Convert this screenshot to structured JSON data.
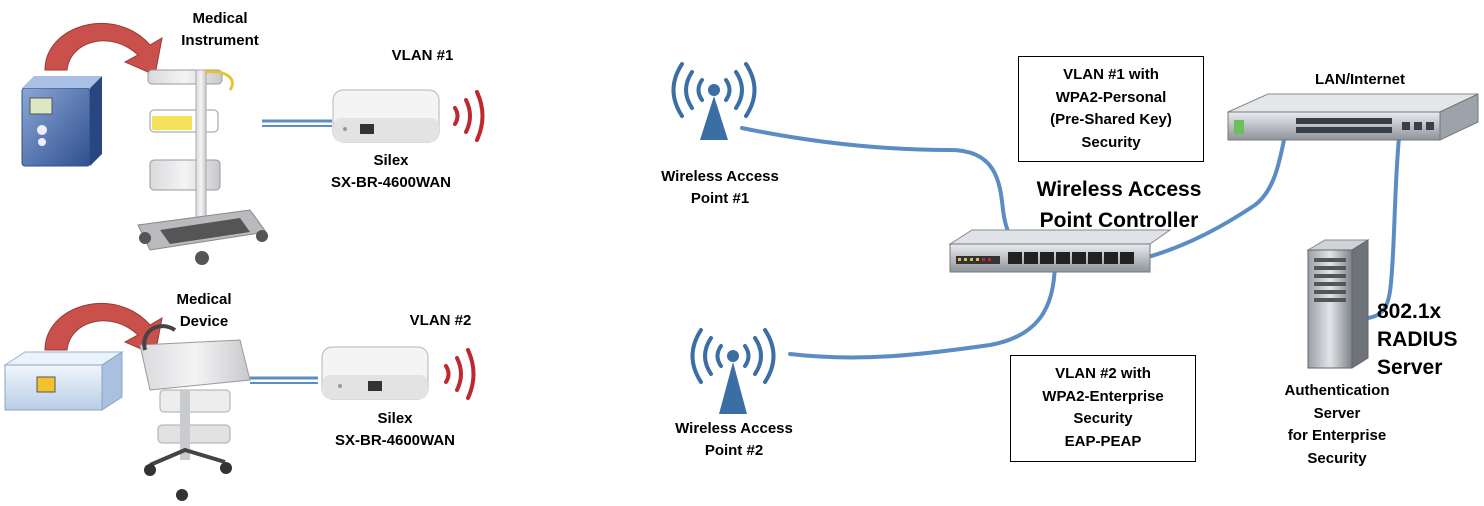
{
  "left": {
    "instrument_label": [
      "Medical",
      "Instrument"
    ],
    "device_label": [
      "Medical",
      "Device"
    ],
    "vlan1_label": "VLAN #1",
    "vlan2_label": "VLAN #2",
    "bridge1_label": [
      "Silex",
      "SX-BR-4600WAN"
    ],
    "bridge2_label": [
      "Silex",
      "SX-BR-4600WAN"
    ]
  },
  "network": {
    "ap1_label": [
      "Wireless Access",
      "Point #1"
    ],
    "ap2_label": [
      "Wireless Access",
      "Point #2"
    ],
    "controller_label": [
      "Wireless Access",
      "Point Controller"
    ],
    "vlan1_box": [
      "VLAN #1 with",
      "WPA2-Personal",
      "(Pre-Shared Key)",
      "Security"
    ],
    "vlan2_box": [
      "VLAN #2 with",
      "WPA2-Enterprise",
      "Security",
      "EAP-PEAP"
    ],
    "lan_label": "LAN/Internet",
    "radius_label": [
      "802.1x",
      "RADIUS",
      "Server"
    ],
    "auth_label": [
      "Authentication",
      "Server",
      "for Enterprise",
      "Security"
    ]
  },
  "colors": {
    "cable": "#5b8cc4",
    "arrow": "#c9504b",
    "wifi_red": "#c0282f",
    "wifi_blue": "#3a6ea5",
    "device_blue": "#2f5597"
  }
}
